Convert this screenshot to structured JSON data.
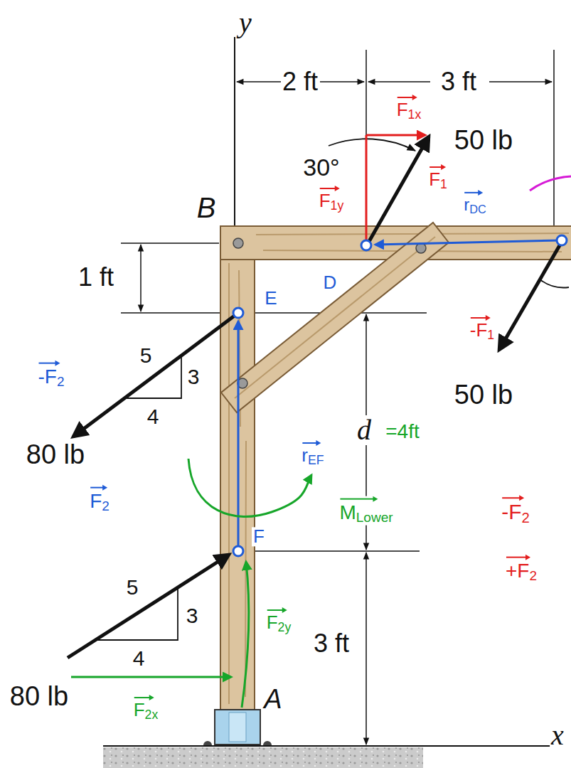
{
  "diagram": {
    "labels": [
      "y",
      "2 ft",
      "3 ft",
      "F1x",
      "50 lb",
      "30°",
      "F1y",
      "F1",
      "rDC",
      "B",
      "1 ft",
      "D",
      "E",
      "-F1",
      "-F2",
      "5",
      "3",
      "4",
      "50 lb",
      "80 lb",
      "d",
      "=4ft",
      "rEF",
      "MLower",
      "-F2",
      "F",
      "5",
      "3",
      "F2",
      "F2y",
      "3 ft",
      "4",
      "+F2",
      "80 lb",
      "F2x",
      "A",
      "x"
    ]
  }
}
